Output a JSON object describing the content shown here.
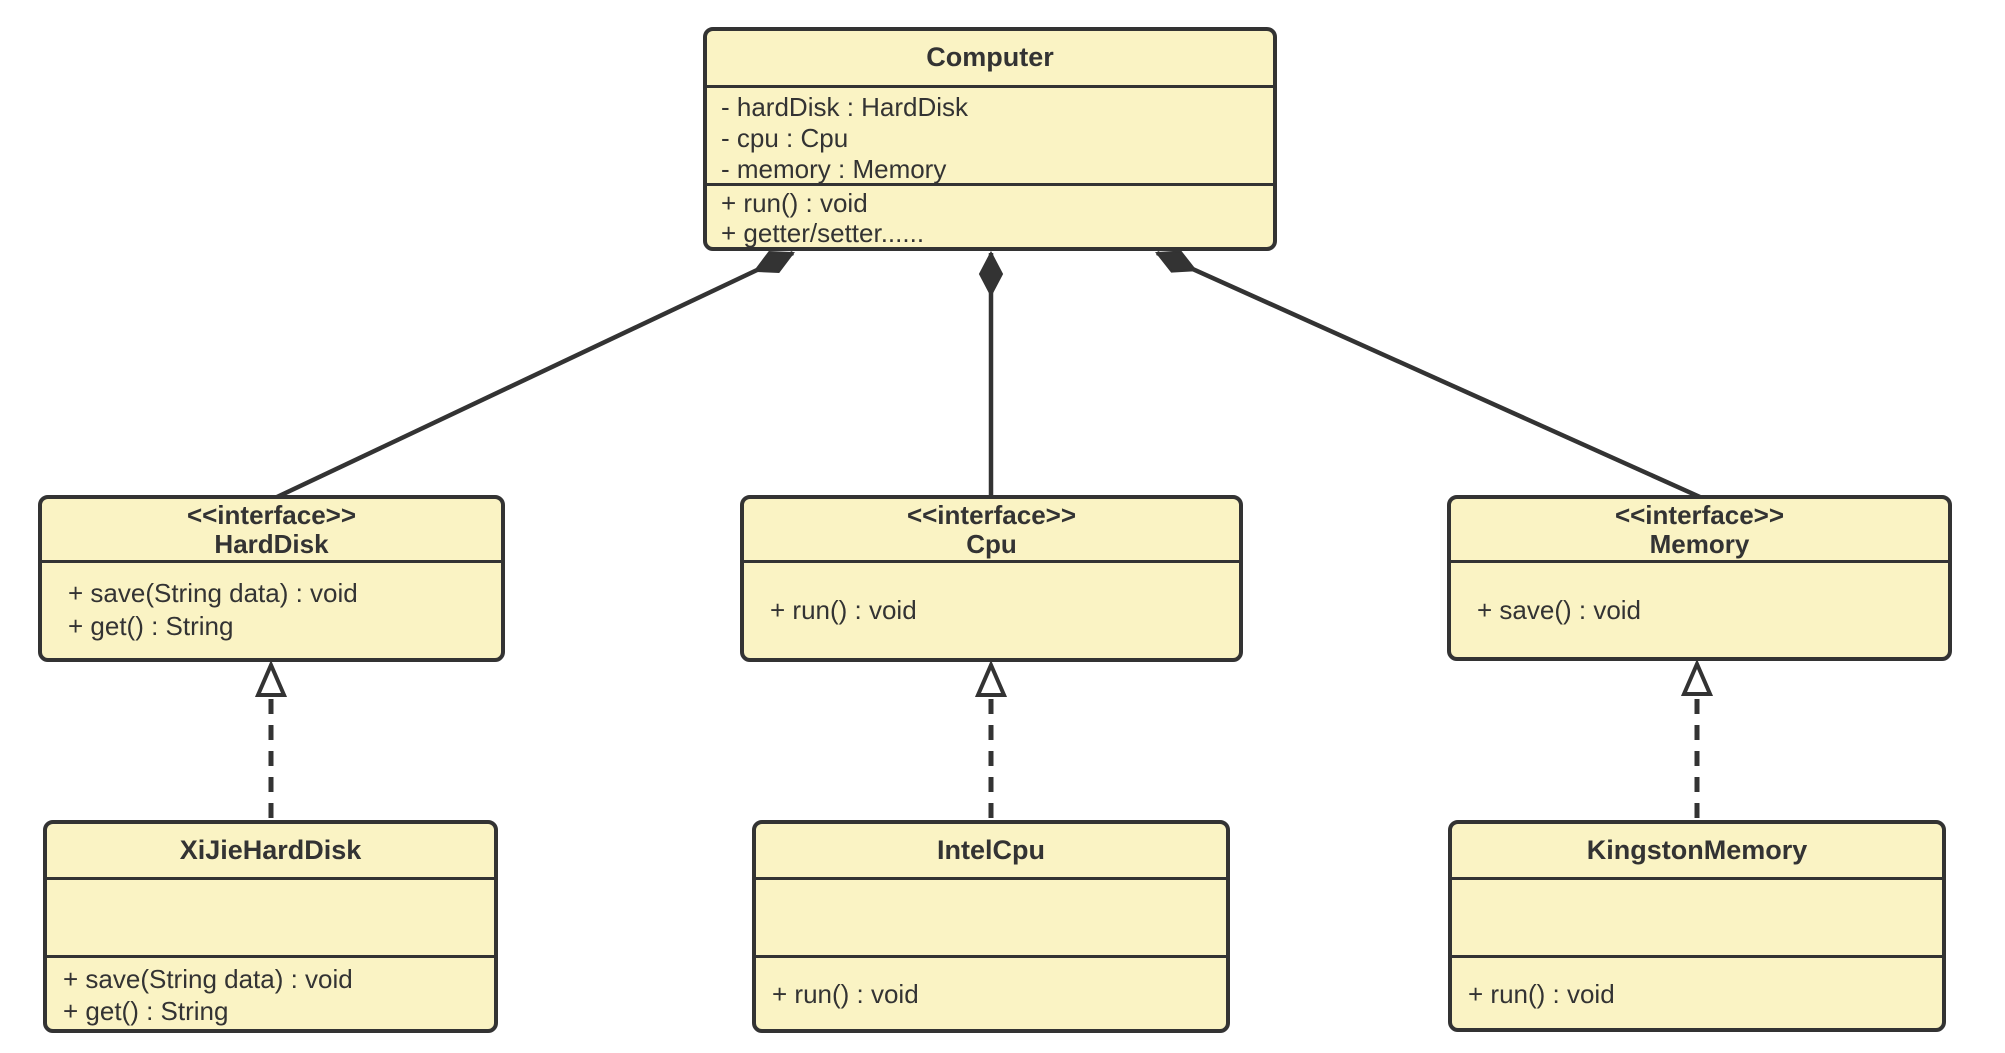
{
  "diagram": {
    "type": "uml-class-diagram",
    "colors": {
      "box_fill": "#faf3c4",
      "line": "#333333",
      "background": "#ffffff"
    },
    "classes": [
      {
        "name": "Computer",
        "stereotype": "",
        "fields": [
          "- hardDisk : HardDisk",
          "- cpu : Cpu",
          "- memory : Memory"
        ],
        "methods": [
          "+ run() : void",
          "+ getter/setter......"
        ]
      },
      {
        "name": "HardDisk",
        "stereotype": "<<interface>>",
        "fields": [],
        "methods": [
          "+ save(String data) : void",
          "+ get() : String"
        ]
      },
      {
        "name": "Cpu",
        "stereotype": "<<interface>>",
        "fields": [],
        "methods": [
          "+ run() : void"
        ]
      },
      {
        "name": "Memory",
        "stereotype": "<<interface>>",
        "fields": [],
        "methods": [
          "+ save() : void"
        ]
      },
      {
        "name": "XiJieHardDisk",
        "stereotype": "",
        "fields": [],
        "methods": [
          "+ save(String data) : void",
          "+ get() : String"
        ]
      },
      {
        "name": "IntelCpu",
        "stereotype": "",
        "fields": [],
        "methods": [
          "+ run() : void"
        ]
      },
      {
        "name": "KingstonMemory",
        "stereotype": "",
        "fields": [],
        "methods": [
          "+ run() : void"
        ]
      }
    ],
    "relations": [
      {
        "type": "composition",
        "from": "HardDisk",
        "to": "Computer"
      },
      {
        "type": "composition",
        "from": "Cpu",
        "to": "Computer"
      },
      {
        "type": "composition",
        "from": "Memory",
        "to": "Computer"
      },
      {
        "type": "realization",
        "from": "XiJieHardDisk",
        "to": "HardDisk"
      },
      {
        "type": "realization",
        "from": "IntelCpu",
        "to": "Cpu"
      },
      {
        "type": "realization",
        "from": "KingstonMemory",
        "to": "Memory"
      }
    ]
  }
}
